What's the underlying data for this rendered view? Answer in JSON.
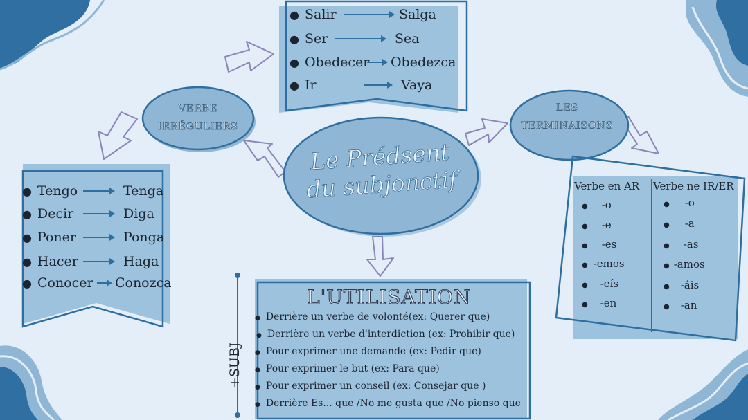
{
  "center": {
    "line1": "Le Prédsent",
    "line2": "du subjonctif"
  },
  "irreg_label": {
    "line1": "VERBE",
    "line2": "IRRÉGULIERS"
  },
  "term_label": {
    "line1": "LES",
    "line2": "TERMINAISONS"
  },
  "top_list": [
    {
      "from": "Salir",
      "to": "Salga"
    },
    {
      "from": "Ser",
      "to": "Sea"
    },
    {
      "from": "Obedecer",
      "to": "Obedezca"
    },
    {
      "from": "Ir",
      "to": "Vaya"
    }
  ],
  "left_list": [
    {
      "from": "Tengo",
      "to": "Tenga"
    },
    {
      "from": "Decir",
      "to": "Diga"
    },
    {
      "from": "Poner",
      "to": "Ponga"
    },
    {
      "from": "Hacer",
      "to": "Haga"
    },
    {
      "from": "Conocer",
      "to": "Conozca"
    }
  ],
  "utilisation": {
    "title": "L'UTILISATION",
    "side_label": "+SUBJ",
    "items": [
      "Derrière un verbe de volonté(ex: Querer que)",
      "Derrière un verbe d'interdiction (ex: Prohibir que)",
      "Pour exprimer une demande (ex: Pedir que)",
      "Pour exprimer le but (ex: Para que)",
      "Pour exprimer un conseil (ex: Consejar que )",
      "Derrière Es... que /No me gusta que /No pienso que"
    ]
  },
  "terminaisons": {
    "ar_head": "Verbe en AR",
    "er_head": "Verbe ne IR/ER",
    "ar": [
      "-o",
      "-e",
      "-es",
      "-emos",
      "-eís",
      "-en"
    ],
    "er": [
      "-o",
      "-a",
      "-as",
      "-amos",
      "-áis",
      "-an"
    ]
  },
  "colors": {
    "background": "#e4eef8",
    "panel": "#9cc2de",
    "ellipse": "#8fb6d4",
    "border": "#2f6ea0",
    "wave_dark": "#2f6fa2"
  }
}
